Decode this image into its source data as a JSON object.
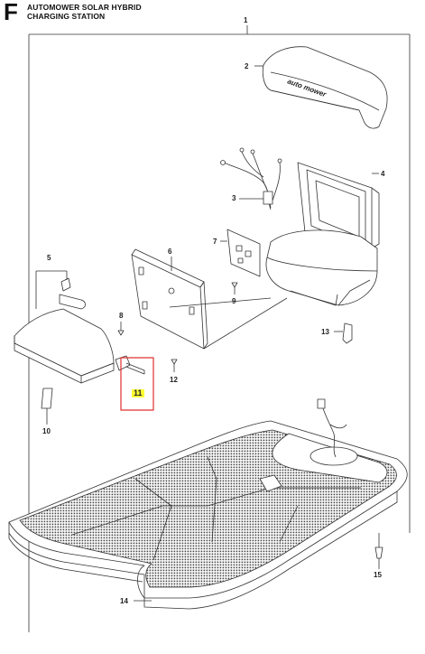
{
  "header": {
    "letter": "F",
    "title_line1": "AUTOMOWER SOLAR HYBRID",
    "title_line2": "CHARGING STATION"
  },
  "cover_logo": "auto mower",
  "callouts": [
    {
      "id": "1",
      "label": "1"
    },
    {
      "id": "2",
      "label": "2"
    },
    {
      "id": "3",
      "label": "3"
    },
    {
      "id": "4",
      "label": "4"
    },
    {
      "id": "5",
      "label": "5"
    },
    {
      "id": "6",
      "label": "6"
    },
    {
      "id": "7",
      "label": "7"
    },
    {
      "id": "8",
      "label": "8"
    },
    {
      "id": "9",
      "label": "9"
    },
    {
      "id": "10",
      "label": "10"
    },
    {
      "id": "11",
      "label": "11",
      "highlighted": true
    },
    {
      "id": "12",
      "label": "12"
    },
    {
      "id": "13",
      "label": "13"
    },
    {
      "id": "14",
      "label": "14"
    },
    {
      "id": "15",
      "label": "15"
    }
  ],
  "colors": {
    "line": "#333333",
    "highlight": "#ffff33",
    "highlight_box": "#e03030"
  }
}
